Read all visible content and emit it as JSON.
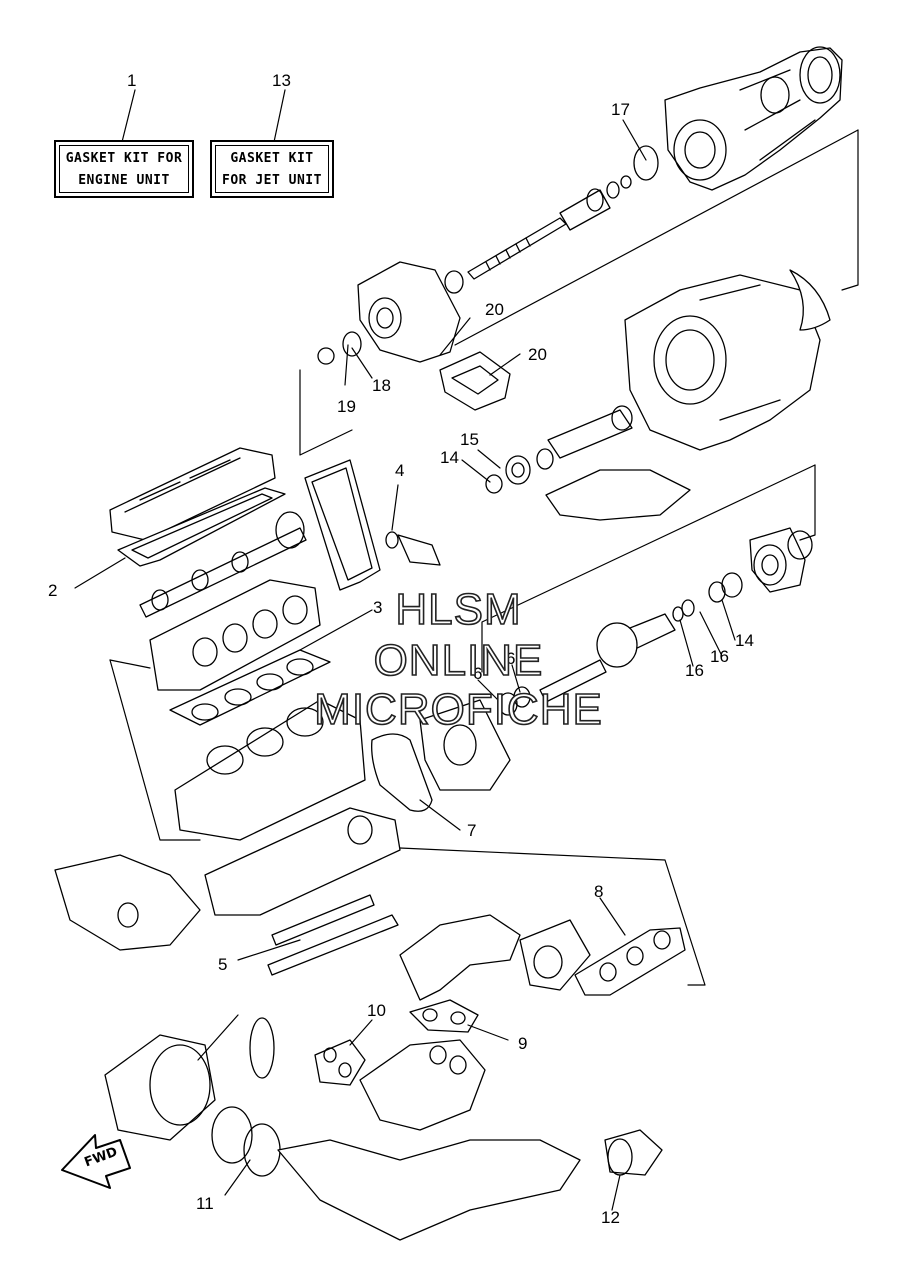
{
  "kits": [
    {
      "number": "1",
      "line1": "GASKET KIT FOR",
      "line2": "ENGINE UNIT"
    },
    {
      "number": "13",
      "line1": "GASKET KIT",
      "line2": "FOR JET UNIT"
    }
  ],
  "callouts": {
    "c2": "2",
    "c3": "3",
    "c4": "4",
    "c5": "5",
    "c6a": "6",
    "c6b": "6",
    "c7": "7",
    "c8": "8",
    "c9": "9",
    "c10": "10",
    "c11": "11",
    "c12": "12",
    "c14a": "14",
    "c14b": "14",
    "c15": "15",
    "c16a": "16",
    "c16b": "16",
    "c17": "17",
    "c18": "18",
    "c19": "19",
    "c20a": "20",
    "c20b": "20"
  },
  "watermark": {
    "line1": "HLSM",
    "line2": "ONLINE",
    "line3": "MICROFICHE"
  },
  "direction_label": "FWD"
}
